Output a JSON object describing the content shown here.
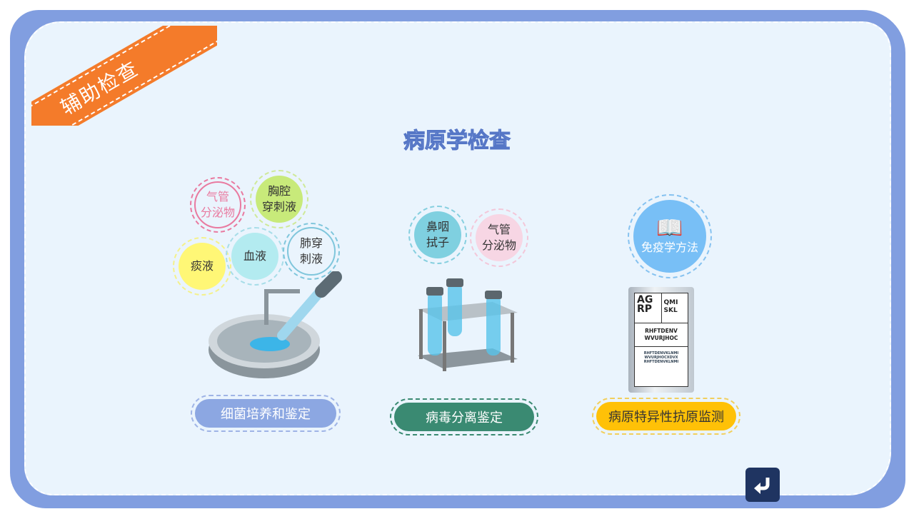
{
  "ribbon": {
    "label": "辅助检查"
  },
  "title": "病原学检查",
  "sections": [
    {
      "bubbles": [
        "气管\n分泌物",
        "胸腔\n穿刺液",
        "痰液",
        "血液",
        "肺穿\n刺液"
      ],
      "button": "细菌培养和鉴定",
      "color": "#8ca7e2"
    },
    {
      "bubbles": [
        "鼻咽\n拭子",
        "气管\n分泌物"
      ],
      "button": "病毒分离鉴定",
      "color": "#3a8a72"
    },
    {
      "bubbles": [
        "免疫学方法"
      ],
      "button": "病原特异性抗原监测",
      "color": "#ffc107"
    }
  ],
  "eye_chart": {
    "a": "AG RP",
    "b": "QMI SKL",
    "c1": "RHFTDENV",
    "c2": "WVURJHOC",
    "d1": "RHFTDENVKLNMI",
    "d2": "WVURJHOCXDVX",
    "d3": "RHFTDENVKLNMI"
  },
  "icons": {
    "back": "return-arrow-icon",
    "book": "open-book-icon"
  }
}
